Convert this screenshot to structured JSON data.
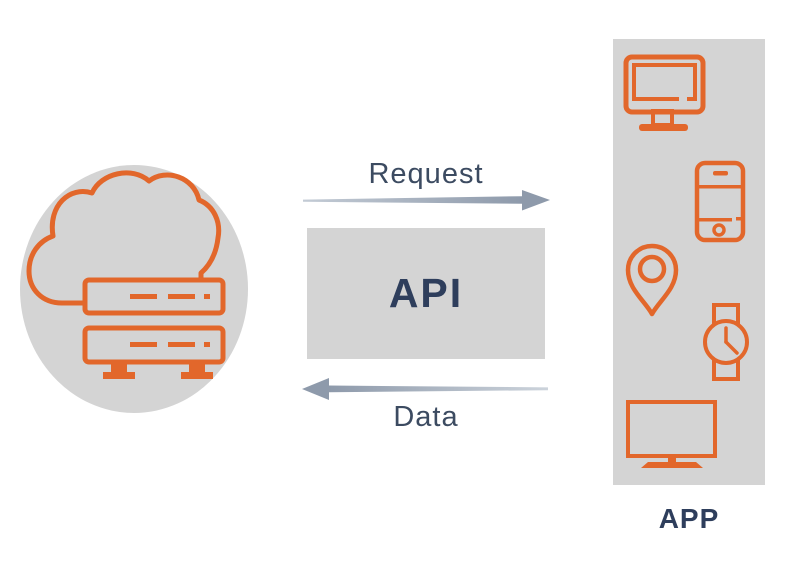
{
  "diagram": {
    "labels": {
      "request": "Request",
      "api": "API",
      "data": "Data",
      "app": "APP"
    },
    "arrows": [
      {
        "name": "request-arrow",
        "direction": "right",
        "label": "Request"
      },
      {
        "name": "data-arrow",
        "direction": "left",
        "label": "Data"
      }
    ],
    "left_node": {
      "icon": "cloud-server-icon",
      "shape": "circle"
    },
    "center_node": {
      "label": "API",
      "shape": "rectangle"
    },
    "right_node": {
      "label": "APP",
      "icons": [
        "desktop-monitor-icon",
        "smartphone-icon",
        "location-pin-icon",
        "smartwatch-icon",
        "tv-icon"
      ],
      "shape": "column"
    },
    "colors": {
      "accent_orange": "#e2672b",
      "panel_gray": "#d4d4d4",
      "navy_text": "#2e3e5c",
      "label_slate": "#3c4b61",
      "arrow_slate": "#8e9aab"
    }
  }
}
